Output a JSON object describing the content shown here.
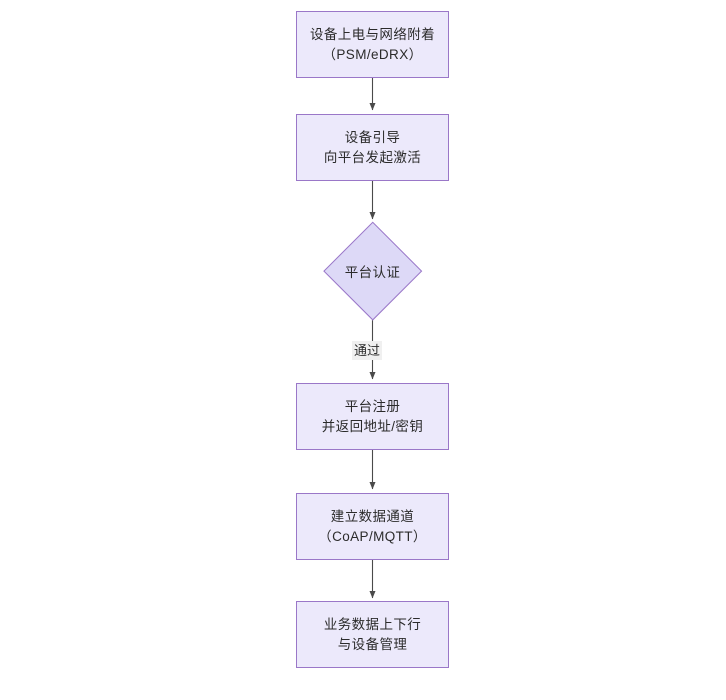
{
  "diagram": {
    "type": "flowchart",
    "orientation": "top-to-bottom",
    "background_color": "#ffffff",
    "node_fill_color": "#ece9fb",
    "node_border_color": "#9a77c8",
    "edge_color": "#4a4a4a",
    "text_color": "#2b2b2b",
    "nodes": [
      {
        "id": "n1",
        "shape": "rectangle",
        "lines": [
          "设备上电与网络附着",
          "（PSM/eDRX）"
        ]
      },
      {
        "id": "n2",
        "shape": "rectangle",
        "lines": [
          "设备引导",
          "向平台发起激活"
        ]
      },
      {
        "id": "n3",
        "shape": "diamond",
        "lines": [
          "平台认证"
        ]
      },
      {
        "id": "n4",
        "shape": "rectangle",
        "lines": [
          "平台注册",
          "并返回地址/密钥"
        ]
      },
      {
        "id": "n5",
        "shape": "rectangle",
        "lines": [
          "建立数据通道",
          "（CoAP/MQTT）"
        ]
      },
      {
        "id": "n6",
        "shape": "rectangle",
        "lines": [
          "业务数据上下行",
          "与设备管理"
        ]
      }
    ],
    "edges": [
      {
        "id": "e1",
        "from": "n1",
        "to": "n2",
        "label": ""
      },
      {
        "id": "e2",
        "from": "n2",
        "to": "n3",
        "label": ""
      },
      {
        "id": "e3",
        "from": "n3",
        "to": "n4",
        "label": "通过"
      },
      {
        "id": "e4",
        "from": "n4",
        "to": "n5",
        "label": ""
      },
      {
        "id": "e5",
        "from": "n5",
        "to": "n6",
        "label": ""
      }
    ]
  }
}
